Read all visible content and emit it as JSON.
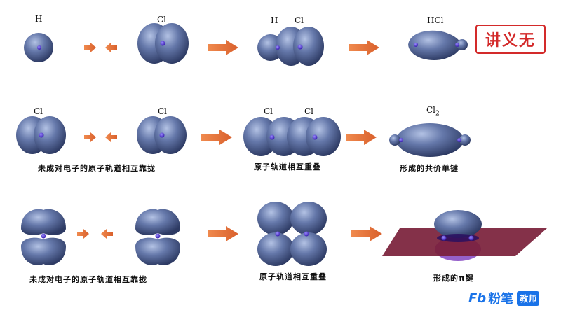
{
  "colors": {
    "orbital": "#52679a",
    "nucleus": "#4a2dbf",
    "arrow": "#e0703a",
    "badge": "#d32a2a",
    "brand": "#1a73e8",
    "plane": "#7a1f3a"
  },
  "row1": {
    "label_h": "H",
    "label_cl": "Cl",
    "label_h2": "H",
    "label_cl2": "Cl",
    "label_hcl": "HCl"
  },
  "row2": {
    "label_cl_a": "Cl",
    "label_cl_b": "Cl",
    "label_cl_c": "Cl",
    "label_cl_d": "Cl",
    "label_cl2": "Cl",
    "label_cl2_sub": "2",
    "cap_approach": "未成对电子的原子轨道相互靠拢",
    "cap_overlap": "原子轨道相互重叠",
    "cap_bond": "形成的共价单键"
  },
  "row3": {
    "cap_approach": "未成对电子的原子轨道相互靠拢",
    "cap_overlap": "原子轨道相互重叠",
    "cap_bond": "形成的π键"
  },
  "badge": {
    "text": "讲义无"
  },
  "brand": {
    "logo": "Fb",
    "name": "粉笔",
    "tag": "教师"
  }
}
